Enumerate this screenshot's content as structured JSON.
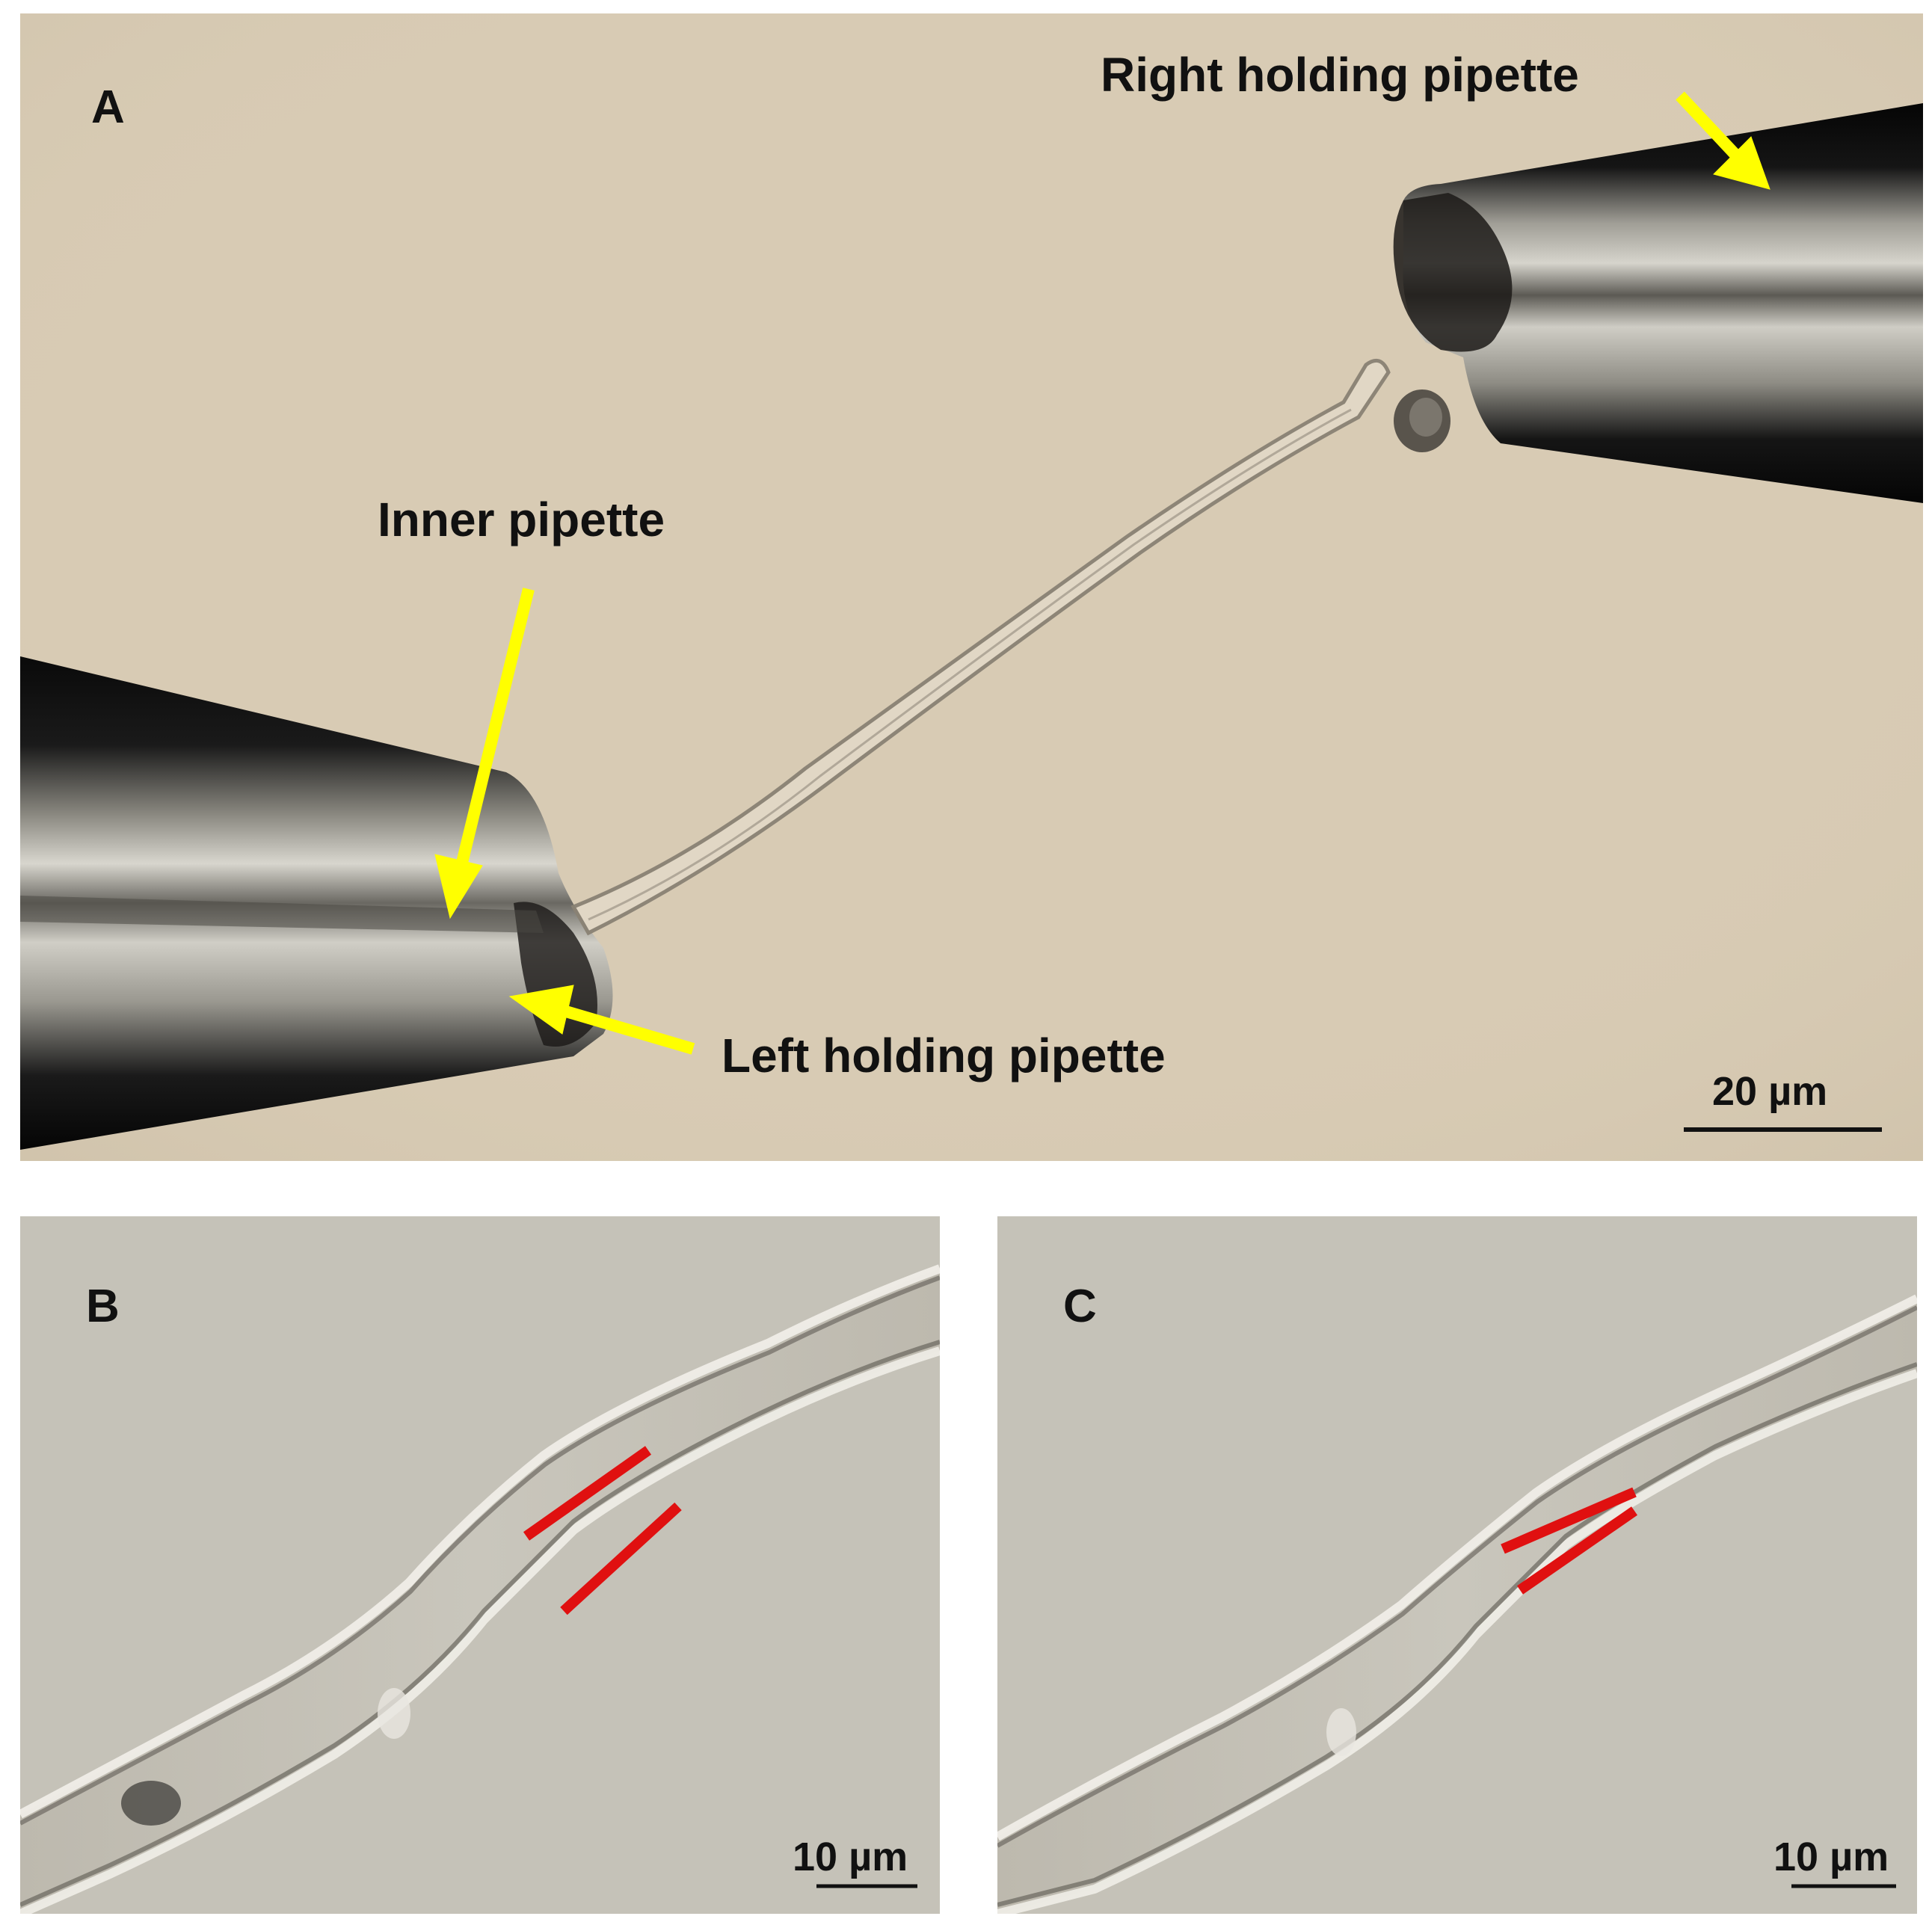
{
  "panels": {
    "a": {
      "letter": "A",
      "annotations": {
        "right_holding": "Right holding pipette",
        "inner": "Inner pipette",
        "left_holding": "Left holding pipette"
      },
      "scale_bar": "20 µm",
      "colors": {
        "background": "#d8cbb4",
        "arrow": "#ffff00",
        "pipette": "#111111"
      }
    },
    "b": {
      "letter": "B",
      "scale_bar": "10 µm",
      "colors": {
        "background": "#c5c2b8",
        "marker": "#e01010"
      }
    },
    "c": {
      "letter": "C",
      "scale_bar": "10 µm",
      "colors": {
        "background": "#c5c2b8",
        "marker": "#e01010"
      }
    }
  }
}
